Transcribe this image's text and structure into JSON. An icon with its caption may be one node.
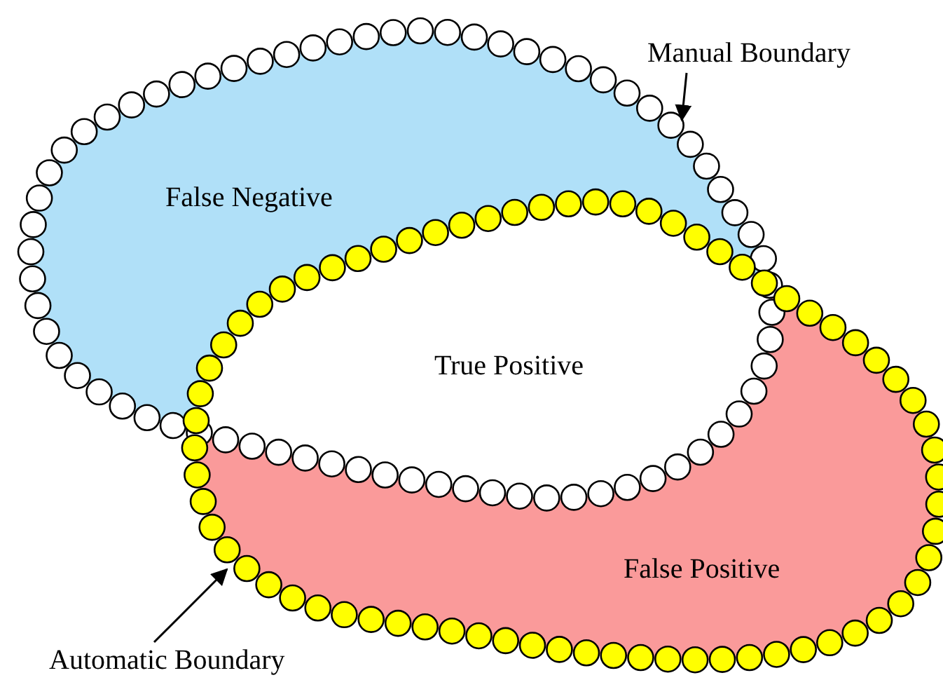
{
  "diagram": {
    "nodes": [
      {
        "text": [
          "Manual Boundary"
        ]
      },
      {
        "text": [],
        "shape": "outline"
      },
      {
        "text": [
          "Automatic Boundary"
        ]
      },
      {
        "text": [],
        "shape": "outline"
      }
    ],
    "edges": [
      {
        "from": 0,
        "to": 1,
        "arrow": "to"
      },
      {
        "from": 2,
        "to": 3,
        "arrow": "to"
      }
    ],
    "labels": [
      "False Negative",
      "True Positive",
      "False Positive"
    ]
  }
}
